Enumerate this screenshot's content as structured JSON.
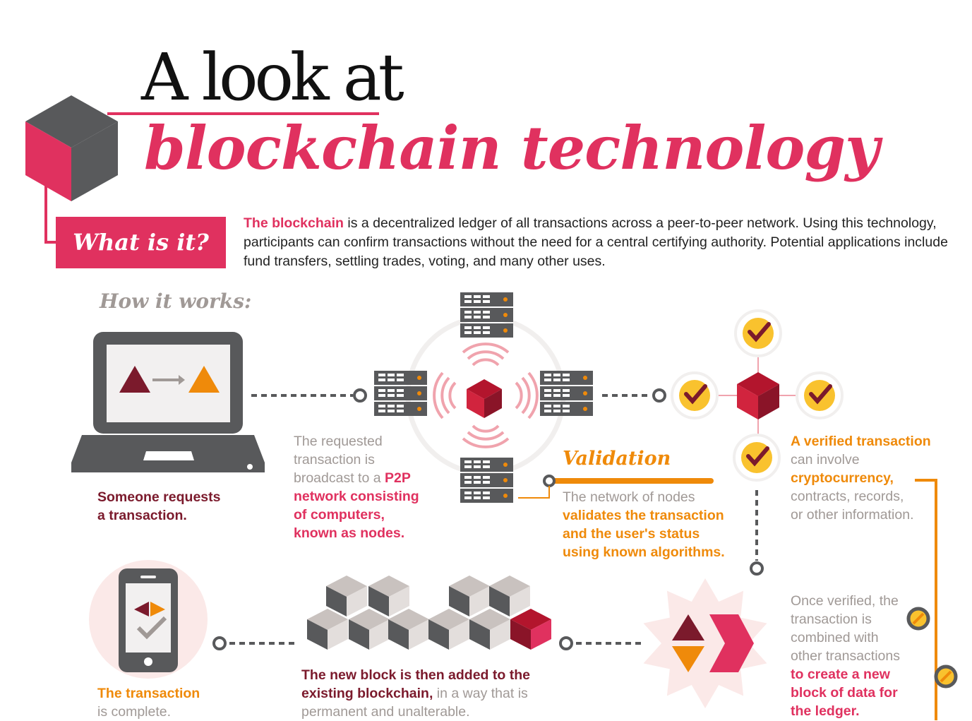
{
  "title": {
    "line1": "A look at",
    "line2": "blockchain technology"
  },
  "what_is_it": {
    "label": "What is it?",
    "highlight": "The blockchain",
    "text": " is a decentralized ledger of all transactions across a peer-to-peer network. Using this technology, participants can confirm transactions without the need for a central certifying authority. Potential applications include fund transfers, settling trades, voting, and many other uses."
  },
  "how_it_works": "How it works:",
  "steps": {
    "request": {
      "line1": "Someone requests",
      "line2": "a transaction."
    },
    "broadcast": {
      "l1": "The requested",
      "l2": "transaction is",
      "l3a": "broadcast to a ",
      "l3b": "P2P",
      "l4": "network consisting",
      "l5": "of computers,",
      "l6": "known as nodes."
    },
    "validation": {
      "title": "Validation",
      "l1": "The network of nodes",
      "l2": "validates the transaction",
      "l3": "and the user's status",
      "l4": "using known algorithms."
    },
    "verified": {
      "l1": "A verified transaction",
      "l2": "can involve",
      "l3": "cryptocurrency,",
      "l4": "contracts, records,",
      "l5": "or other information."
    },
    "combined": {
      "l1": "Once verified, the",
      "l2": "transaction is",
      "l3": "combined with",
      "l4": "other transactions",
      "l5": "to create a new",
      "l6": "block of data for",
      "l7": "the ledger."
    },
    "added": {
      "l1": "The new block is then added to the",
      "l2a": "existing blockchain,",
      "l2b": " in a way that is",
      "l3": "permanent and unalterable."
    },
    "complete": {
      "line1": "The transaction",
      "line2": "is complete."
    }
  },
  "colors": {
    "pink": "#e0315f",
    "dark_red": "#7b1a2c",
    "orange": "#ef8a0a",
    "yellow": "#f9c22e",
    "grey_text": "#a09996",
    "dark_grey": "#58595b"
  },
  "icons": [
    "cube-icon",
    "laptop-icon",
    "server-icon",
    "signal-waves-icon",
    "checkmark-icon",
    "smartphone-icon",
    "block-chain-icon",
    "starburst-icon"
  ]
}
